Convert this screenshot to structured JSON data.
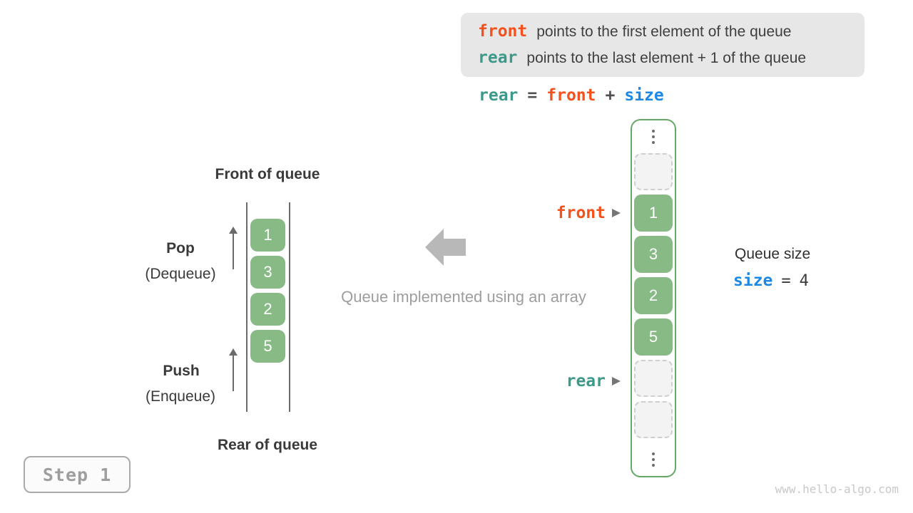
{
  "colors": {
    "front_orange": "#F4511E",
    "rear_teal": "#3D9A8B",
    "size_blue": "#1E88E5",
    "cell_green": "#87BA85",
    "array_border_green": "#66A866",
    "text_dark": "#3C3C3C",
    "caption_gray": "#9E9E9E",
    "legend_bg": "#E7E7E7"
  },
  "legend": {
    "line1": {
      "keyword": "front",
      "text": "points to the first element of the queue"
    },
    "line2": {
      "keyword": "rear",
      "text": "points to the last element + 1 of the queue"
    }
  },
  "formula": {
    "lhs": "rear",
    "eq": "=",
    "term1": "front",
    "plus": "+",
    "term2": "size"
  },
  "left_diagram": {
    "front_label": "Front of queue",
    "rear_label": "Rear of queue",
    "pop": {
      "title": "Pop",
      "subtitle": "(Dequeue)"
    },
    "push": {
      "title": "Push",
      "subtitle": "(Enqueue)"
    },
    "values": [
      "1",
      "3",
      "2",
      "5"
    ]
  },
  "middle": {
    "caption": "Queue implemented using an array"
  },
  "right_array": {
    "front_pointer": "front",
    "rear_pointer": "rear",
    "cells": [
      {
        "type": "empty",
        "value": ""
      },
      {
        "type": "filled",
        "value": "1"
      },
      {
        "type": "filled",
        "value": "3"
      },
      {
        "type": "filled",
        "value": "2"
      },
      {
        "type": "filled",
        "value": "5"
      },
      {
        "type": "empty",
        "value": ""
      },
      {
        "type": "empty",
        "value": ""
      }
    ]
  },
  "size_info": {
    "title": "Queue size",
    "variable": "size",
    "eq": "=",
    "value": "4"
  },
  "step_badge": {
    "label": "Step 1"
  },
  "watermark": "www.hello-algo.com",
  "icons": {
    "pointer_arrow": "triangle-right",
    "block_arrow": "thick-arrow-left",
    "pop_push_arrow": "thin-arrow-up",
    "ellipsis": "vertical-dots"
  }
}
